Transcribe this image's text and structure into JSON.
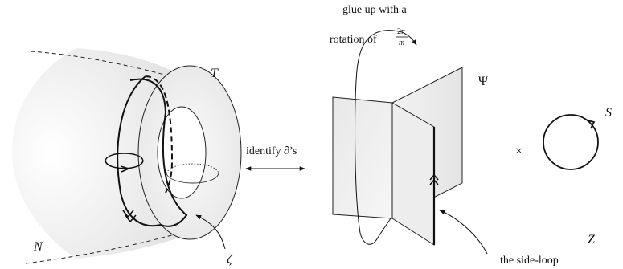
{
  "labels": {
    "torus": "T",
    "knot": "ζ",
    "manifold": "N",
    "identify": "identify ∂’s",
    "glue_line1": "glue up with a",
    "glue_line2": "rotation of",
    "frac_num": "2π",
    "frac_den": "m",
    "psi": "Ψ",
    "times": "×",
    "circle": "S",
    "side_loop": "the side-loop",
    "z": "Z"
  }
}
